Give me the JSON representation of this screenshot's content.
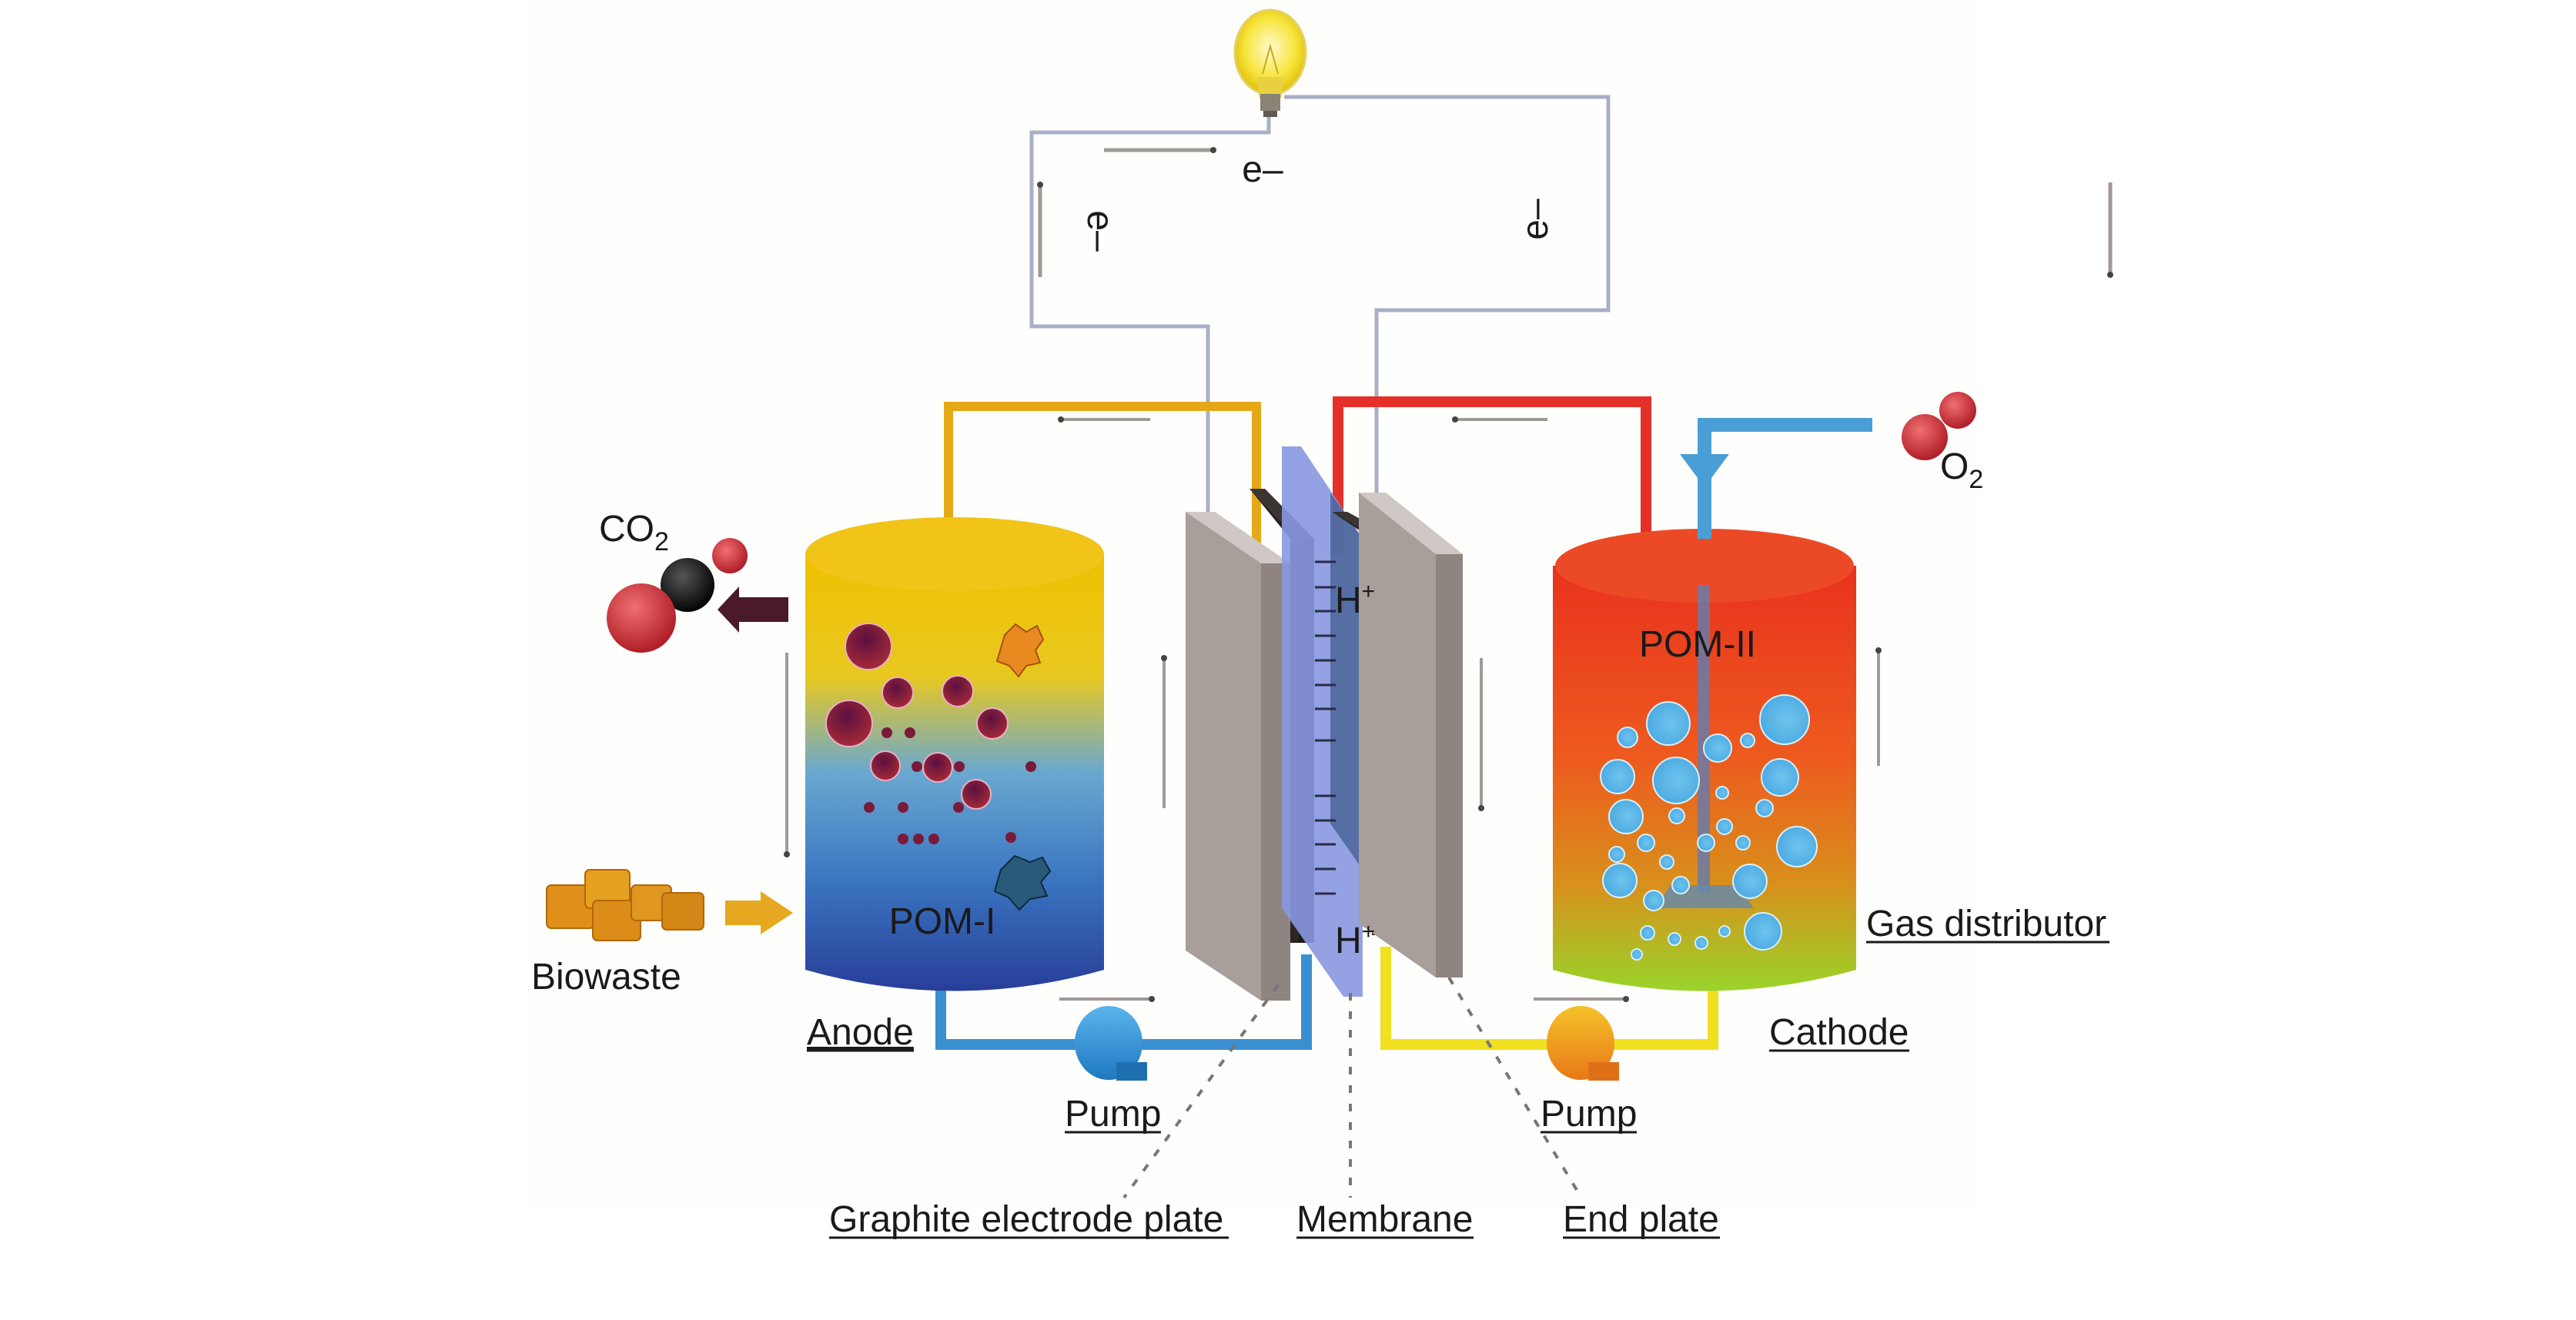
{
  "diagram": {
    "type": "polyoxometalate flow fuel cell schematic",
    "circuit": {
      "electron_label_top": "e–",
      "electron_label_left": "e–",
      "electron_label_right": "e–",
      "load_icon": "light-bulb-icon"
    },
    "anode_side": {
      "tank_label": "POM-I",
      "section_label": "Anode",
      "gas_out_label": "CO",
      "gas_out_subscript": "2",
      "feed_label": "Biowaste",
      "pump_label": "Pump"
    },
    "cathode_side": {
      "tank_label": "POM-II",
      "section_label": "Cathode",
      "gas_in_label": "O",
      "gas_in_subscript": "2",
      "distributor_label": "Gas distributor",
      "pump_label": "Pump"
    },
    "cell_stack": {
      "proton_top": "H",
      "proton_bottom": "H",
      "proton_charge": "+",
      "callouts": [
        "Graphite electrode plate",
        "Membrane",
        "End plate"
      ]
    },
    "colors": {
      "anode_top": "#f0c000",
      "anode_bottom": "#2a4a9a",
      "cathode_top": "#e8321e",
      "cathode_bottom": "#9ad42a",
      "wire": "#a8b0c8",
      "anode_pipe_top": "#e6a817",
      "anode_pipe_bottom": "#3a8fd0",
      "cathode_pipe_top": "#e5302a",
      "cathode_pipe_bottom": "#f0e020",
      "membrane": "#8898e0",
      "end_plate": "#b4aaa6",
      "electrode": "#2e2a28",
      "o2_pipe": "#4a9ed6"
    }
  }
}
